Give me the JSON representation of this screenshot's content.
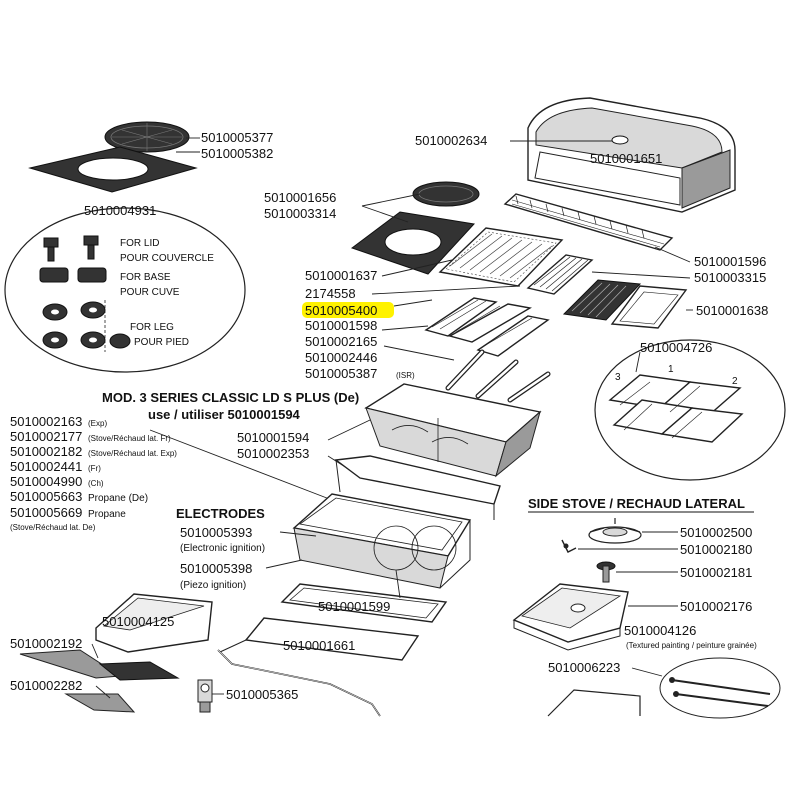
{
  "labels": {
    "top_round_grate": "5010005377",
    "top_plate": "5010005382",
    "lid_outer": "5010002634",
    "lid_window": "5010001651",
    "grate_a": "5010001656",
    "grate_b": "5010003314",
    "bag": "5010004931",
    "for_lid": "FOR LID",
    "pour_couvercle": "POUR COUVERCLE",
    "for_base": "FOR BASE",
    "pour_cuve": "POUR CUVE",
    "for_leg": "FOR LEG",
    "pour_pied": "POUR PIED",
    "warming_rack": "5010001596",
    "rack2": "5010003315",
    "grill_grate": "5010001637",
    "p2174558": "2174558",
    "highlighted": "5010005400",
    "p1598": "5010001598",
    "p2165": "5010002165",
    "p2446": "5010002446",
    "p5387": "5010005387",
    "isr": "(ISR)",
    "griddle": "5010001638",
    "heat_tent_set": "5010004726",
    "n1": "1",
    "n2": "2",
    "n3": "3",
    "model_line": "MOD. 3 SERIES CLASSIC LD S PLUS (De)",
    "use_line": "use / utiliser 5010001594",
    "l1_num": "5010002163",
    "l1_tag": "(Exp)",
    "l2_num": "5010002177",
    "l2_tag": "(Stove/Réchaud lat. Fr)",
    "l3_num": "5010002182",
    "l3_tag": "(Stove/Réchaud lat. Exp)",
    "l4_num": "5010002441",
    "l4_tag": "(Fr)",
    "l5_num": "5010004990",
    "l5_tag": "(Ch)",
    "l6_num": "5010005663",
    "l6_tag": "Propane (De)",
    "l7_num": "5010005669",
    "l7_tag": "Propane",
    "l8_tag": "(Stove/Réchaud lat. De)",
    "firebox": "5010001594",
    "firebox2": "5010002353",
    "electrodes": "ELECTRODES",
    "e1": "5010005393",
    "e1_tag": "(Electronic ignition)",
    "e2": "5010005398",
    "e2_tag": "(Piezo ignition)",
    "seal": "5010001599",
    "side_stove_title": "SIDE STOVE / RECHAUD LATERAL",
    "s_burner": "5010002500",
    "s_electrode": "5010002180",
    "s_knob": "5010002181",
    "s_top": "5010002176",
    "s_cover": "5010004126",
    "s_cover_tag": "(Textured painting / peinture grainée)",
    "s_bolts": "5010006223",
    "shelf": "5010004125",
    "bracket": "5010002192",
    "bracket2": "5010002282",
    "frame": "5010001661",
    "regulator": "5010005365"
  },
  "highlight_color": "#fff200"
}
